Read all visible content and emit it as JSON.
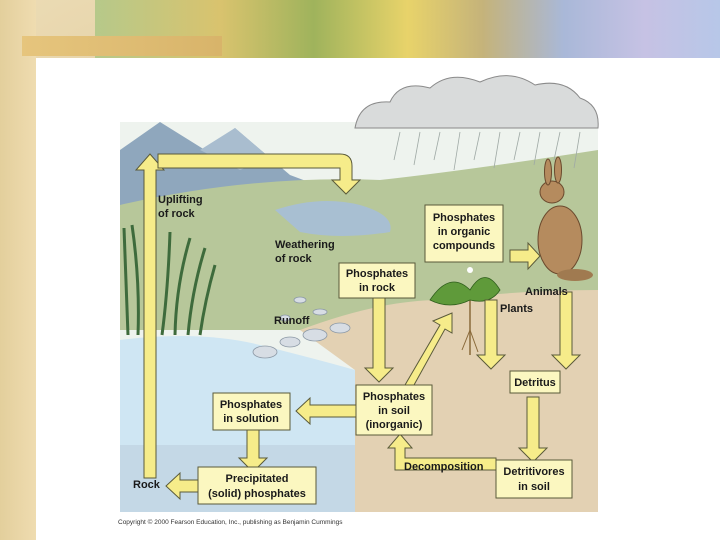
{
  "labels": {
    "uplifting": [
      "Uplifting",
      "of rock"
    ],
    "weathering": [
      "Weathering",
      "of rock"
    ],
    "phos_rock": [
      "Phosphates",
      "in rock"
    ],
    "phos_organic": [
      "Phosphates",
      "in organic",
      "compounds"
    ],
    "animals": "Animals",
    "plants": "Plants",
    "runoff": "Runoff",
    "detritus": "Detritus",
    "phos_soil": [
      "Phosphates",
      "in soil",
      "(inorganic)"
    ],
    "phos_solution": [
      "Phosphates",
      "in solution"
    ],
    "decomposition": "Decomposition",
    "detritivores": [
      "Detritivores",
      "in soil"
    ],
    "precipitated": [
      "Precipitated",
      "(solid) phosphates"
    ],
    "rock": "Rock"
  },
  "copyright": "Copyright © 2000 Fearson Education, Inc., publishing as Benjamin Cummings",
  "colors": {
    "box_fill": "#fbf7c0",
    "arrow_fill": "#f6ec8a",
    "arrow_stroke": "#5a5a3a",
    "water": "#cfe6f3",
    "soil": "#e3d1b3",
    "grass": "#b7c79a",
    "mountain": "#8fa7bd"
  }
}
